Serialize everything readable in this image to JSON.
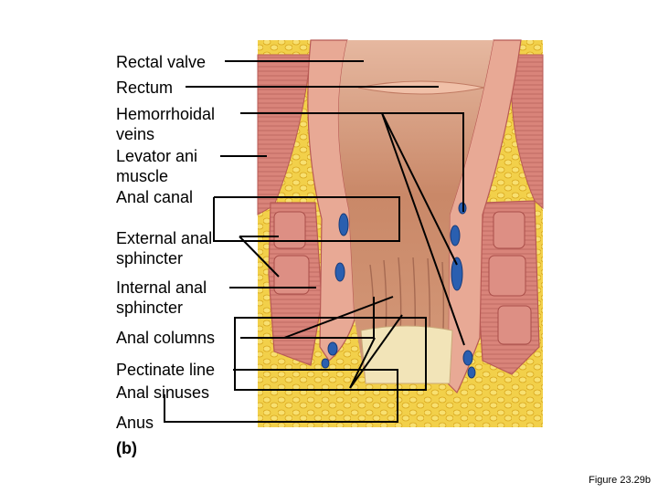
{
  "labels": [
    {
      "id": "rectal-valve",
      "lines": [
        "Rectal valve"
      ]
    },
    {
      "id": "rectum",
      "lines": [
        "Rectum"
      ]
    },
    {
      "id": "hemorrhoidal-veins",
      "lines": [
        "Hemorrhoidal",
        "veins"
      ]
    },
    {
      "id": "levator-ani",
      "lines": [
        "Levator ani",
        "muscle"
      ]
    },
    {
      "id": "anal-canal",
      "lines": [
        "Anal canal"
      ]
    },
    {
      "id": "external-sphincter",
      "lines": [
        "External anal",
        "sphincter"
      ]
    },
    {
      "id": "internal-sphincter",
      "lines": [
        "Internal anal",
        "sphincter"
      ]
    },
    {
      "id": "anal-columns",
      "lines": [
        "Anal columns"
      ]
    },
    {
      "id": "pectinate-line",
      "lines": [
        "Pectinate line"
      ]
    },
    {
      "id": "anal-sinuses",
      "lines": [
        "Anal sinuses"
      ]
    },
    {
      "id": "anus",
      "lines": [
        "Anus"
      ]
    }
  ],
  "panel_label": "(b)",
  "caption": "Figure 23.29b",
  "colors": {
    "muscle": "#d9847a",
    "muscle_dark": "#b85a55",
    "mucosa": "#e8a995",
    "lumen": "#c98868",
    "fat": "#f2d04a",
    "fat_edge": "#d9a81e",
    "vein": "#2a5fb0",
    "lines": "#000000"
  }
}
